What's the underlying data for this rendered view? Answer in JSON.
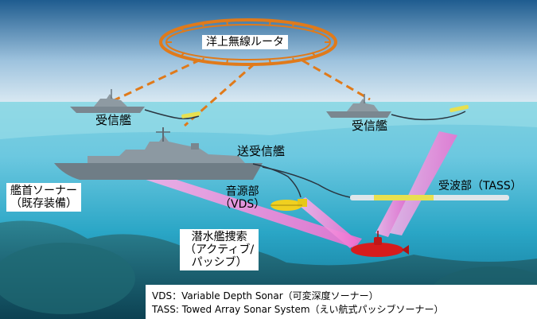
{
  "labels": {
    "router": "洋上無線ルータ",
    "receiver_left": "受信艦",
    "receiver_right": "受信艦",
    "transceiver": "送受信艦",
    "bow_sonar_line1": "艦首ソーナー",
    "bow_sonar_line2": "（既存装備）",
    "source_line1": "音源部",
    "source_line2": "（VDS）",
    "receiver_tass": "受波部（TASS）",
    "search_line1": "潜水艦捜索",
    "search_line2": "（アクティブ/",
    "search_line3": "パッシブ）"
  },
  "caption": {
    "vds": "VDS：Variable Depth Sonar（可変深度ソーナー）",
    "tass": "TASS: Towed Array Sonar System（えい航式パッシブソーナー）"
  },
  "colors": {
    "sky_top": "#1f5c8f",
    "sea_surface": "#7fd0e0",
    "sea_deep": "#1b8fb0",
    "router_ring": "#e07a1a",
    "beam": "#f07fd6",
    "submarine": "#d61c1c",
    "source_body": "#f0d020",
    "array_yellow": "#e8e050"
  }
}
